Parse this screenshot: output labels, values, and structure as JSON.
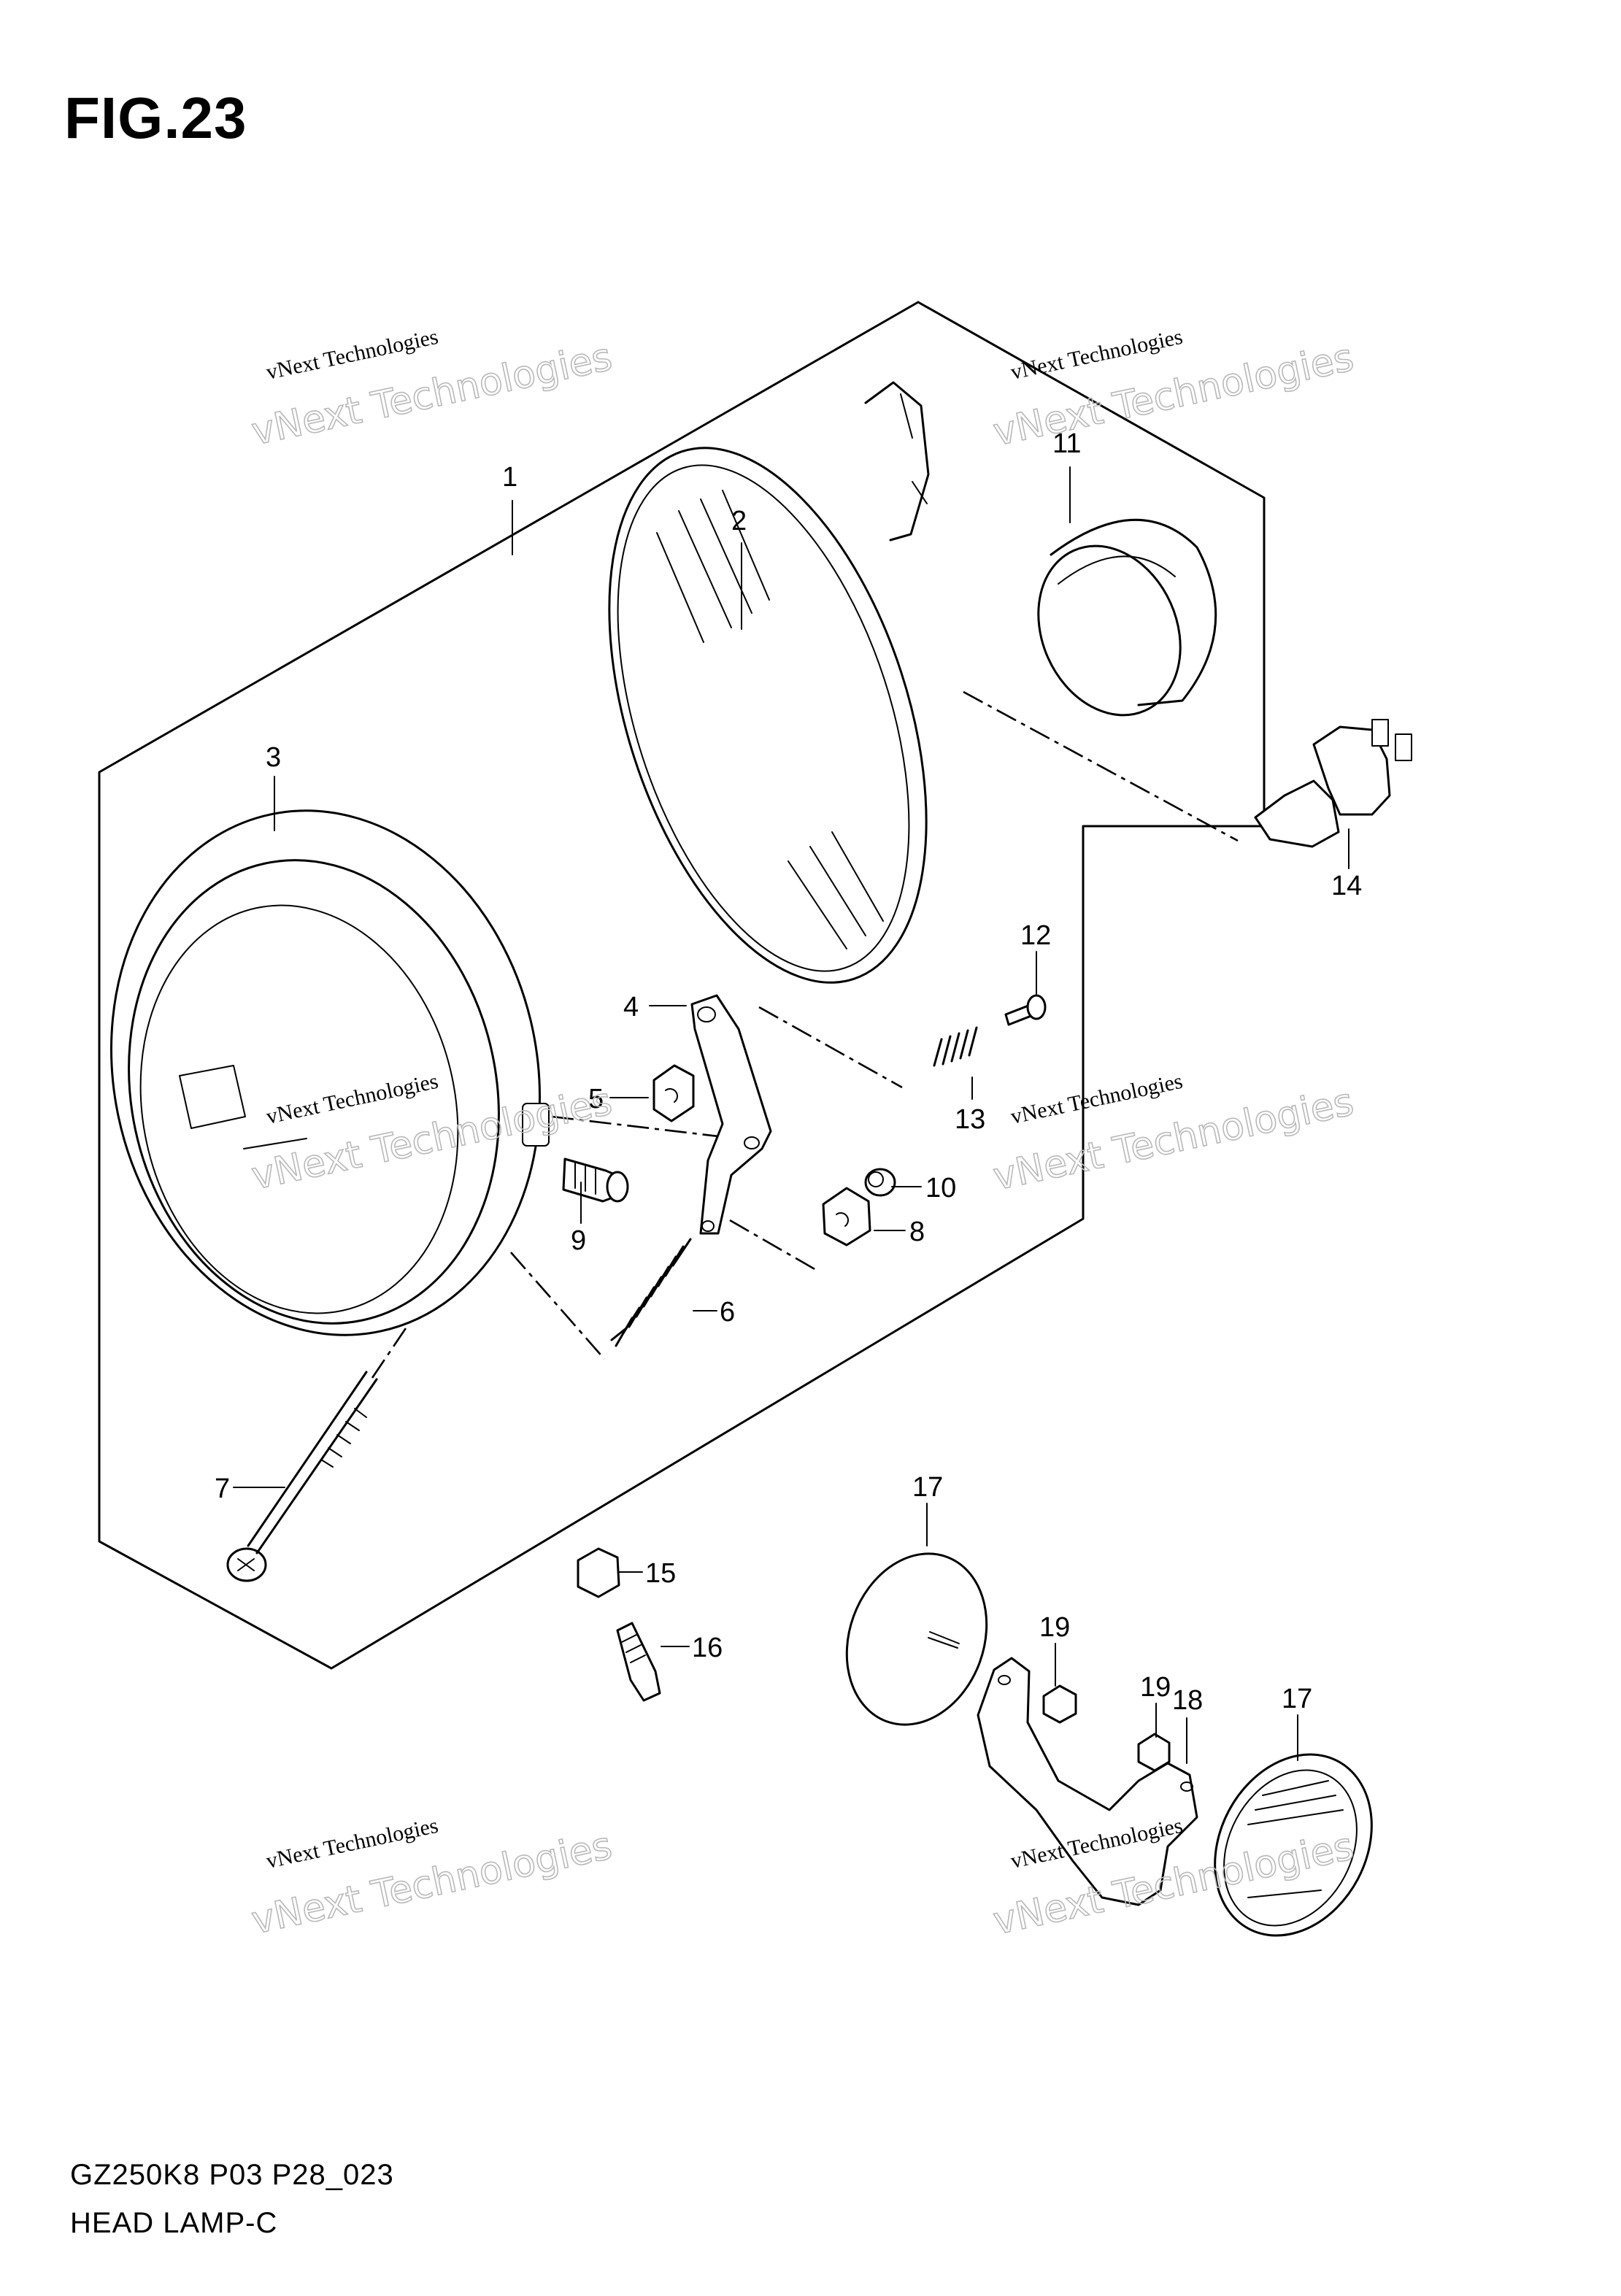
{
  "figure": {
    "title": "FIG.23",
    "model_code": "GZ250K8 P03 P28_023",
    "name": "HEAD LAMP-C"
  },
  "watermark": {
    "big_text": "vNext Technologies",
    "small_text": "vNext Technologies"
  },
  "part_numbers": {
    "p1": "1",
    "p2": "2",
    "p3": "3",
    "p4": "4",
    "p5": "5",
    "p6": "6",
    "p7": "7",
    "p8": "8",
    "p9": "9",
    "p10": "10",
    "p11": "11",
    "p12": "12",
    "p13": "13",
    "p14": "14",
    "p15": "15",
    "p16": "16",
    "p17a": "17",
    "p17b": "17",
    "p18": "18",
    "p19a": "19",
    "p19b": "19"
  }
}
